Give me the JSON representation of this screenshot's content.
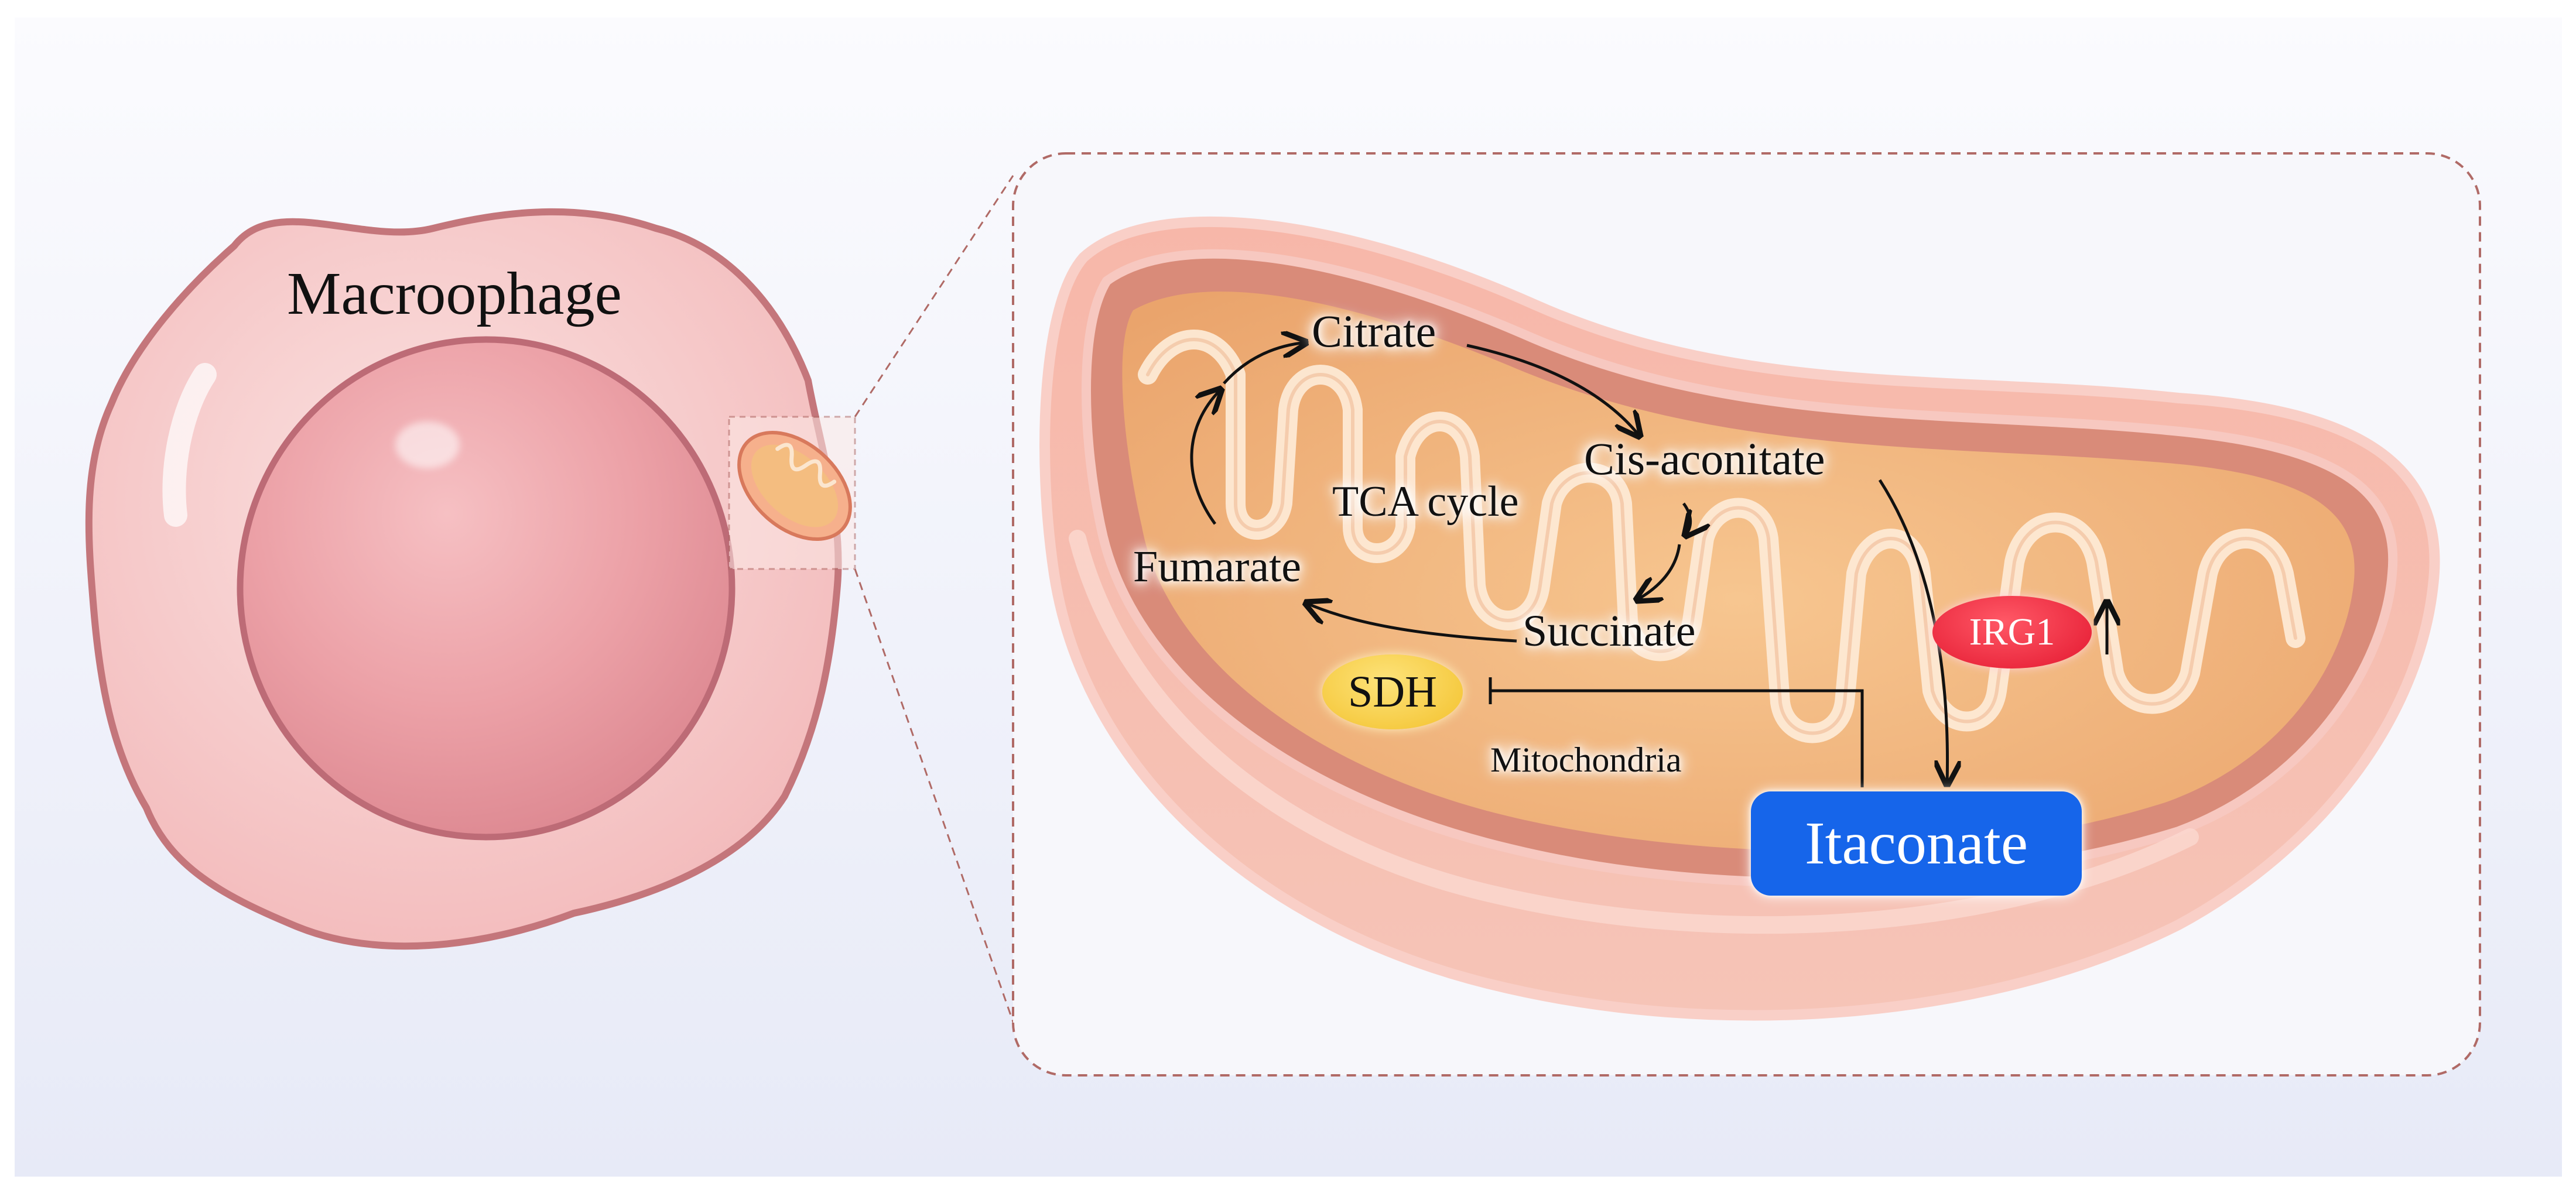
{
  "cell": {
    "label": "Macroophage"
  },
  "mitochondrion": {
    "label": "Mitochondria"
  },
  "pathway": {
    "cycle_label": "TCA cycle",
    "metabolites": {
      "citrate": "Citrate",
      "cis_aconitate": "Cis-aconitate",
      "succinate": "Succinate",
      "fumarate": "Fumarate"
    }
  },
  "enzymes": {
    "sdh": "SDH",
    "irg1": "IRG1",
    "irg1_change": "↑"
  },
  "product": {
    "label": "Itaconate"
  },
  "colors": {
    "background": "#eef0f9",
    "cell_body": "#f5c9c8",
    "nucleus": "#e99aa0",
    "matrix": "#f2b47a",
    "cristae": "#fbe6cf",
    "outer_membrane": "#f5b5a8",
    "sdh_fill": "#f6cf3c",
    "irg1_fill": "#e8203a",
    "itaconate_fill": "#1565e8",
    "dashed_border": "#b06a66"
  }
}
